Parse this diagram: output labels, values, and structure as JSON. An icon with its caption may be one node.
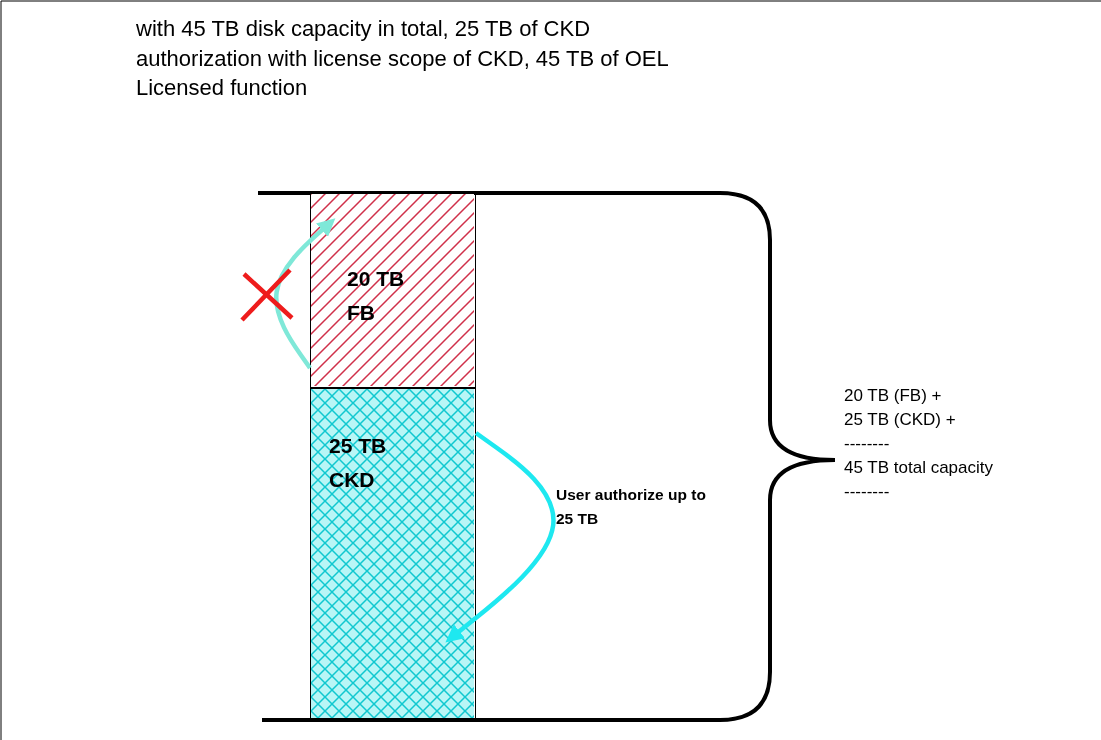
{
  "diagram": {
    "title": "with 45 TB disk capacity in total, 25 TB of CKD authorization with license scope of CKD, 45 TB of OEL Licensed function",
    "nodes": [
      {
        "text": [
          "20 TB FB"
        ]
      },
      {
        "text": [
          "25 TB CKD"
        ]
      }
    ],
    "edges": [
      {
        "from": 0,
        "to": 0,
        "arrow": "to",
        "color": "#7fe8d8"
      },
      {
        "from": 1,
        "to": 1,
        "arrow": "to",
        "label": "User authorize up to 25 TB",
        "color": "#1ee8f0"
      }
    ],
    "labels": [
      "20 TB (FB) +",
      "25 TB (CKD) +",
      "--------",
      "45 TB total capacity",
      "--------"
    ]
  }
}
